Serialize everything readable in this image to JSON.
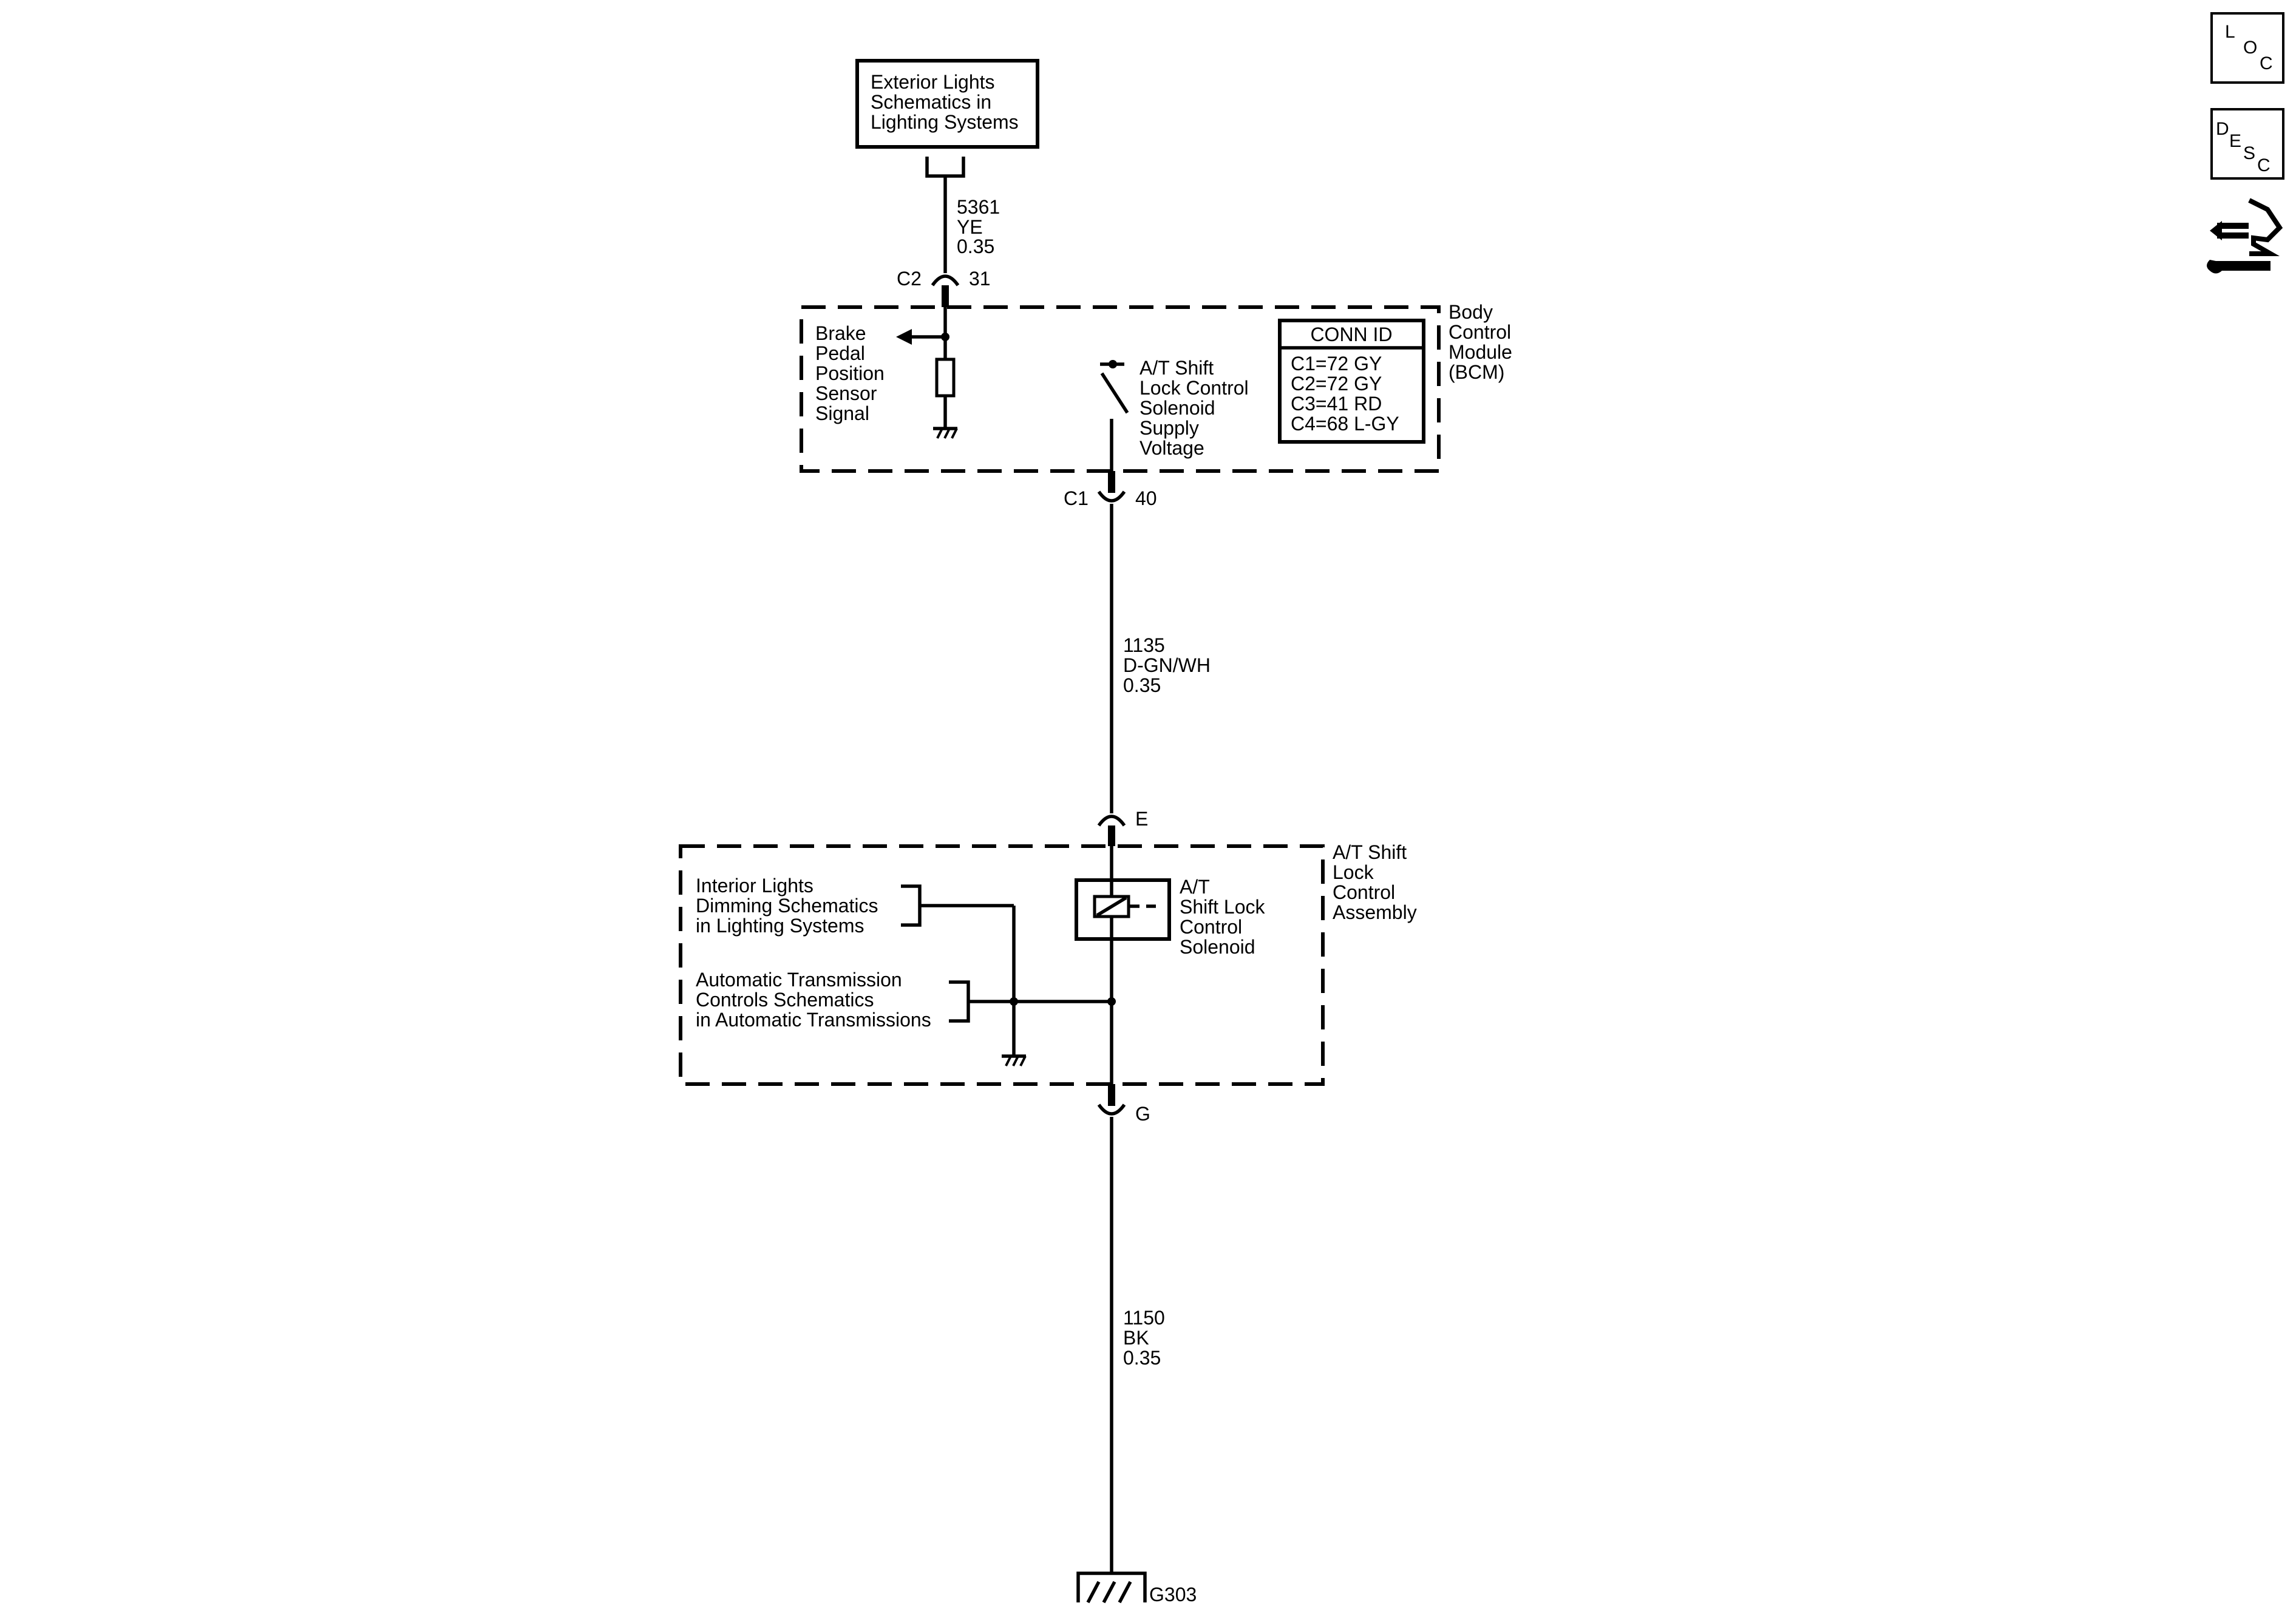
{
  "exterior_lights_ref": [
    "Exterior Lights",
    "Schematics in",
    "Lighting Systems"
  ],
  "circuit_5361": {
    "number": "5361",
    "color": "YE",
    "gauge": "0.35"
  },
  "connector_c2": {
    "name": "C2",
    "pin": "31"
  },
  "bcm": {
    "label": [
      "Body",
      "Control",
      "Module",
      "(BCM)"
    ],
    "brake_signal": [
      "Brake",
      "Pedal",
      "Position",
      "Sensor",
      "Signal"
    ],
    "supply_label": [
      "A/T Shift",
      "Lock Control",
      "Solenoid",
      "Supply",
      "Voltage"
    ],
    "conn_id": {
      "title": "CONN ID",
      "rows": [
        "C1=72 GY",
        "C2=72 GY",
        "C3=41 RD",
        "C4=68 L-GY"
      ]
    }
  },
  "connector_c1": {
    "name": "C1",
    "pin": "40"
  },
  "circuit_1135": {
    "number": "1135",
    "color": "D-GN/WH",
    "gauge": "0.35"
  },
  "pin_e": "E",
  "assembly": {
    "label": [
      "A/T Shift",
      "Lock",
      "Control",
      "Assembly"
    ],
    "solenoid_label": [
      "A/T",
      "Shift Lock",
      "Control",
      "Solenoid"
    ],
    "interior_ref": [
      "Interior Lights",
      "Dimming Schematics",
      "in Lighting Systems"
    ],
    "transmission_ref": [
      "Automatic Transmission",
      "Controls Schematics",
      "in Automatic Transmissions"
    ]
  },
  "pin_g": "G",
  "circuit_1150": {
    "number": "1150",
    "color": "BK",
    "gauge": "0.35"
  },
  "ground": "G303",
  "side_icons": {
    "loc": [
      "L",
      "O",
      "C"
    ],
    "desc": [
      "D",
      "E",
      "S",
      "C"
    ],
    "tool_icon": "connector-wrench-icon"
  }
}
